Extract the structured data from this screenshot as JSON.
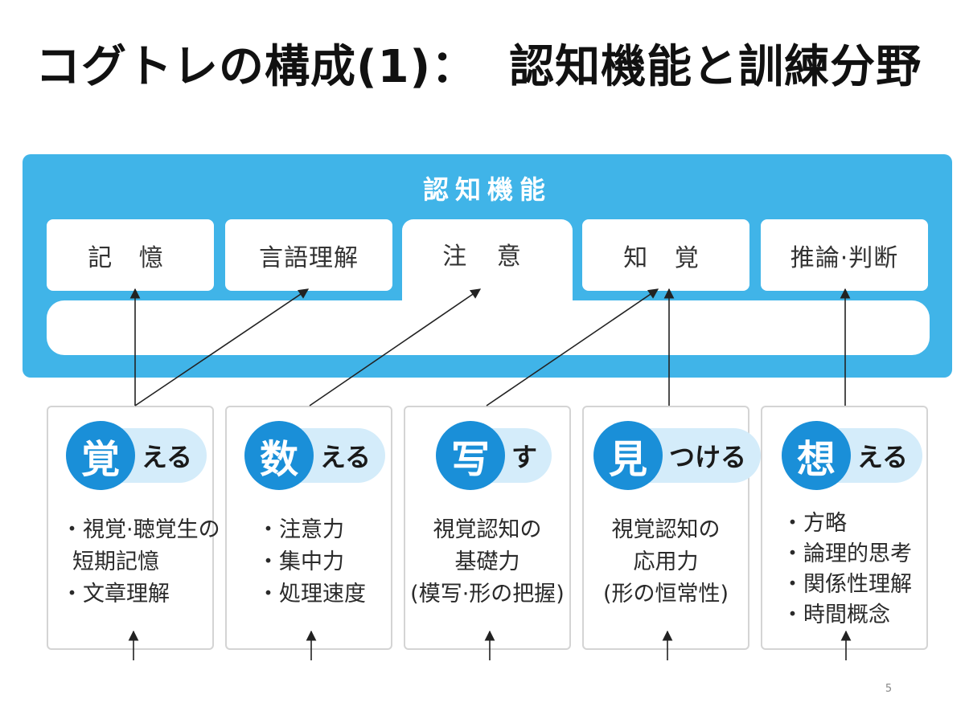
{
  "title": {
    "main": "コグトレの構成(1)：",
    "sub": "認知機能と訓練分野"
  },
  "colors": {
    "band": "#40b4e8",
    "badge": "#1a8fd8",
    "badge_tail": "#d4ecfa",
    "arrow": "#222222"
  },
  "cognitive_band": {
    "label": "認知機能",
    "items": [
      {
        "label": "記 憶"
      },
      {
        "label": "言語理解"
      },
      {
        "label": "注 意"
      },
      {
        "label": "知 覚"
      },
      {
        "label": "推論·判断"
      }
    ]
  },
  "training_areas": [
    {
      "kanji": "覚",
      "kana": "える",
      "lines": [
        "・視覚·聴覚生の",
        "  短期記憶",
        "・文章理解"
      ]
    },
    {
      "kanji": "数",
      "kana": "える",
      "lines": [
        "・注意力",
        "・集中力",
        "・処理速度"
      ]
    },
    {
      "kanji": "写",
      "kana": "す",
      "lines": [
        "視覚認知の",
        "基礎力",
        "(模写·形の把握)"
      ]
    },
    {
      "kanji": "見",
      "kana": "つける",
      "lines": [
        "視覚認知の",
        "応用力",
        "(形の恒常性)"
      ]
    },
    {
      "kanji": "想",
      "kana": "える",
      "lines": [
        "・方略",
        "・論理的思考",
        "・関係性理解",
        "・時間概念"
      ]
    }
  ],
  "page_number": "5"
}
